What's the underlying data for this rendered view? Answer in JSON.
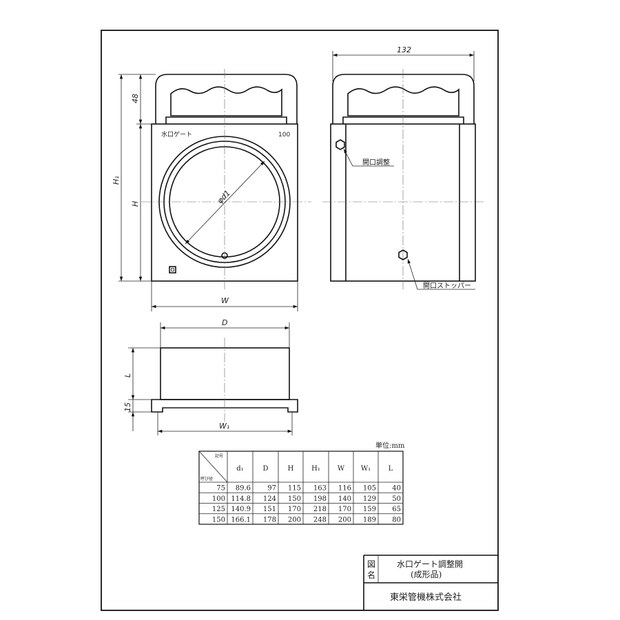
{
  "front_view": {
    "plate_label": "水口ゲート",
    "plate_size": "100",
    "dims": {
      "handle": "48",
      "h1": "H₁",
      "h": "H",
      "w": "W",
      "diameter": "φd1"
    }
  },
  "side_view": {
    "dims": {
      "width": "132"
    },
    "callouts": {
      "opening_adjust": "開口調整",
      "opening_stopper": "開口ストッパー"
    }
  },
  "bottom_view": {
    "dims": {
      "d": "D",
      "l": "L",
      "flange": "15",
      "w1": "W₁"
    }
  },
  "table": {
    "unit": "単位:mm",
    "corner_top": "記号",
    "corner_bottom": "呼び径",
    "headers": [
      "d₁",
      "D",
      "H",
      "H₁",
      "W",
      "W₁",
      "L"
    ],
    "rows": [
      [
        "75",
        "89.6",
        "97",
        "115",
        "163",
        "116",
        "105",
        "40"
      ],
      [
        "100",
        "114.8",
        "124",
        "150",
        "198",
        "140",
        "129",
        "50"
      ],
      [
        "125",
        "140.9",
        "151",
        "170",
        "218",
        "170",
        "159",
        "65"
      ],
      [
        "150",
        "166.1",
        "178",
        "200",
        "248",
        "200",
        "189",
        "80"
      ]
    ]
  },
  "title_block": {
    "label": "図名",
    "title_line1": "水口ゲート調整開",
    "title_line2": "(成形品)",
    "company": "東栄管機株式会社"
  }
}
